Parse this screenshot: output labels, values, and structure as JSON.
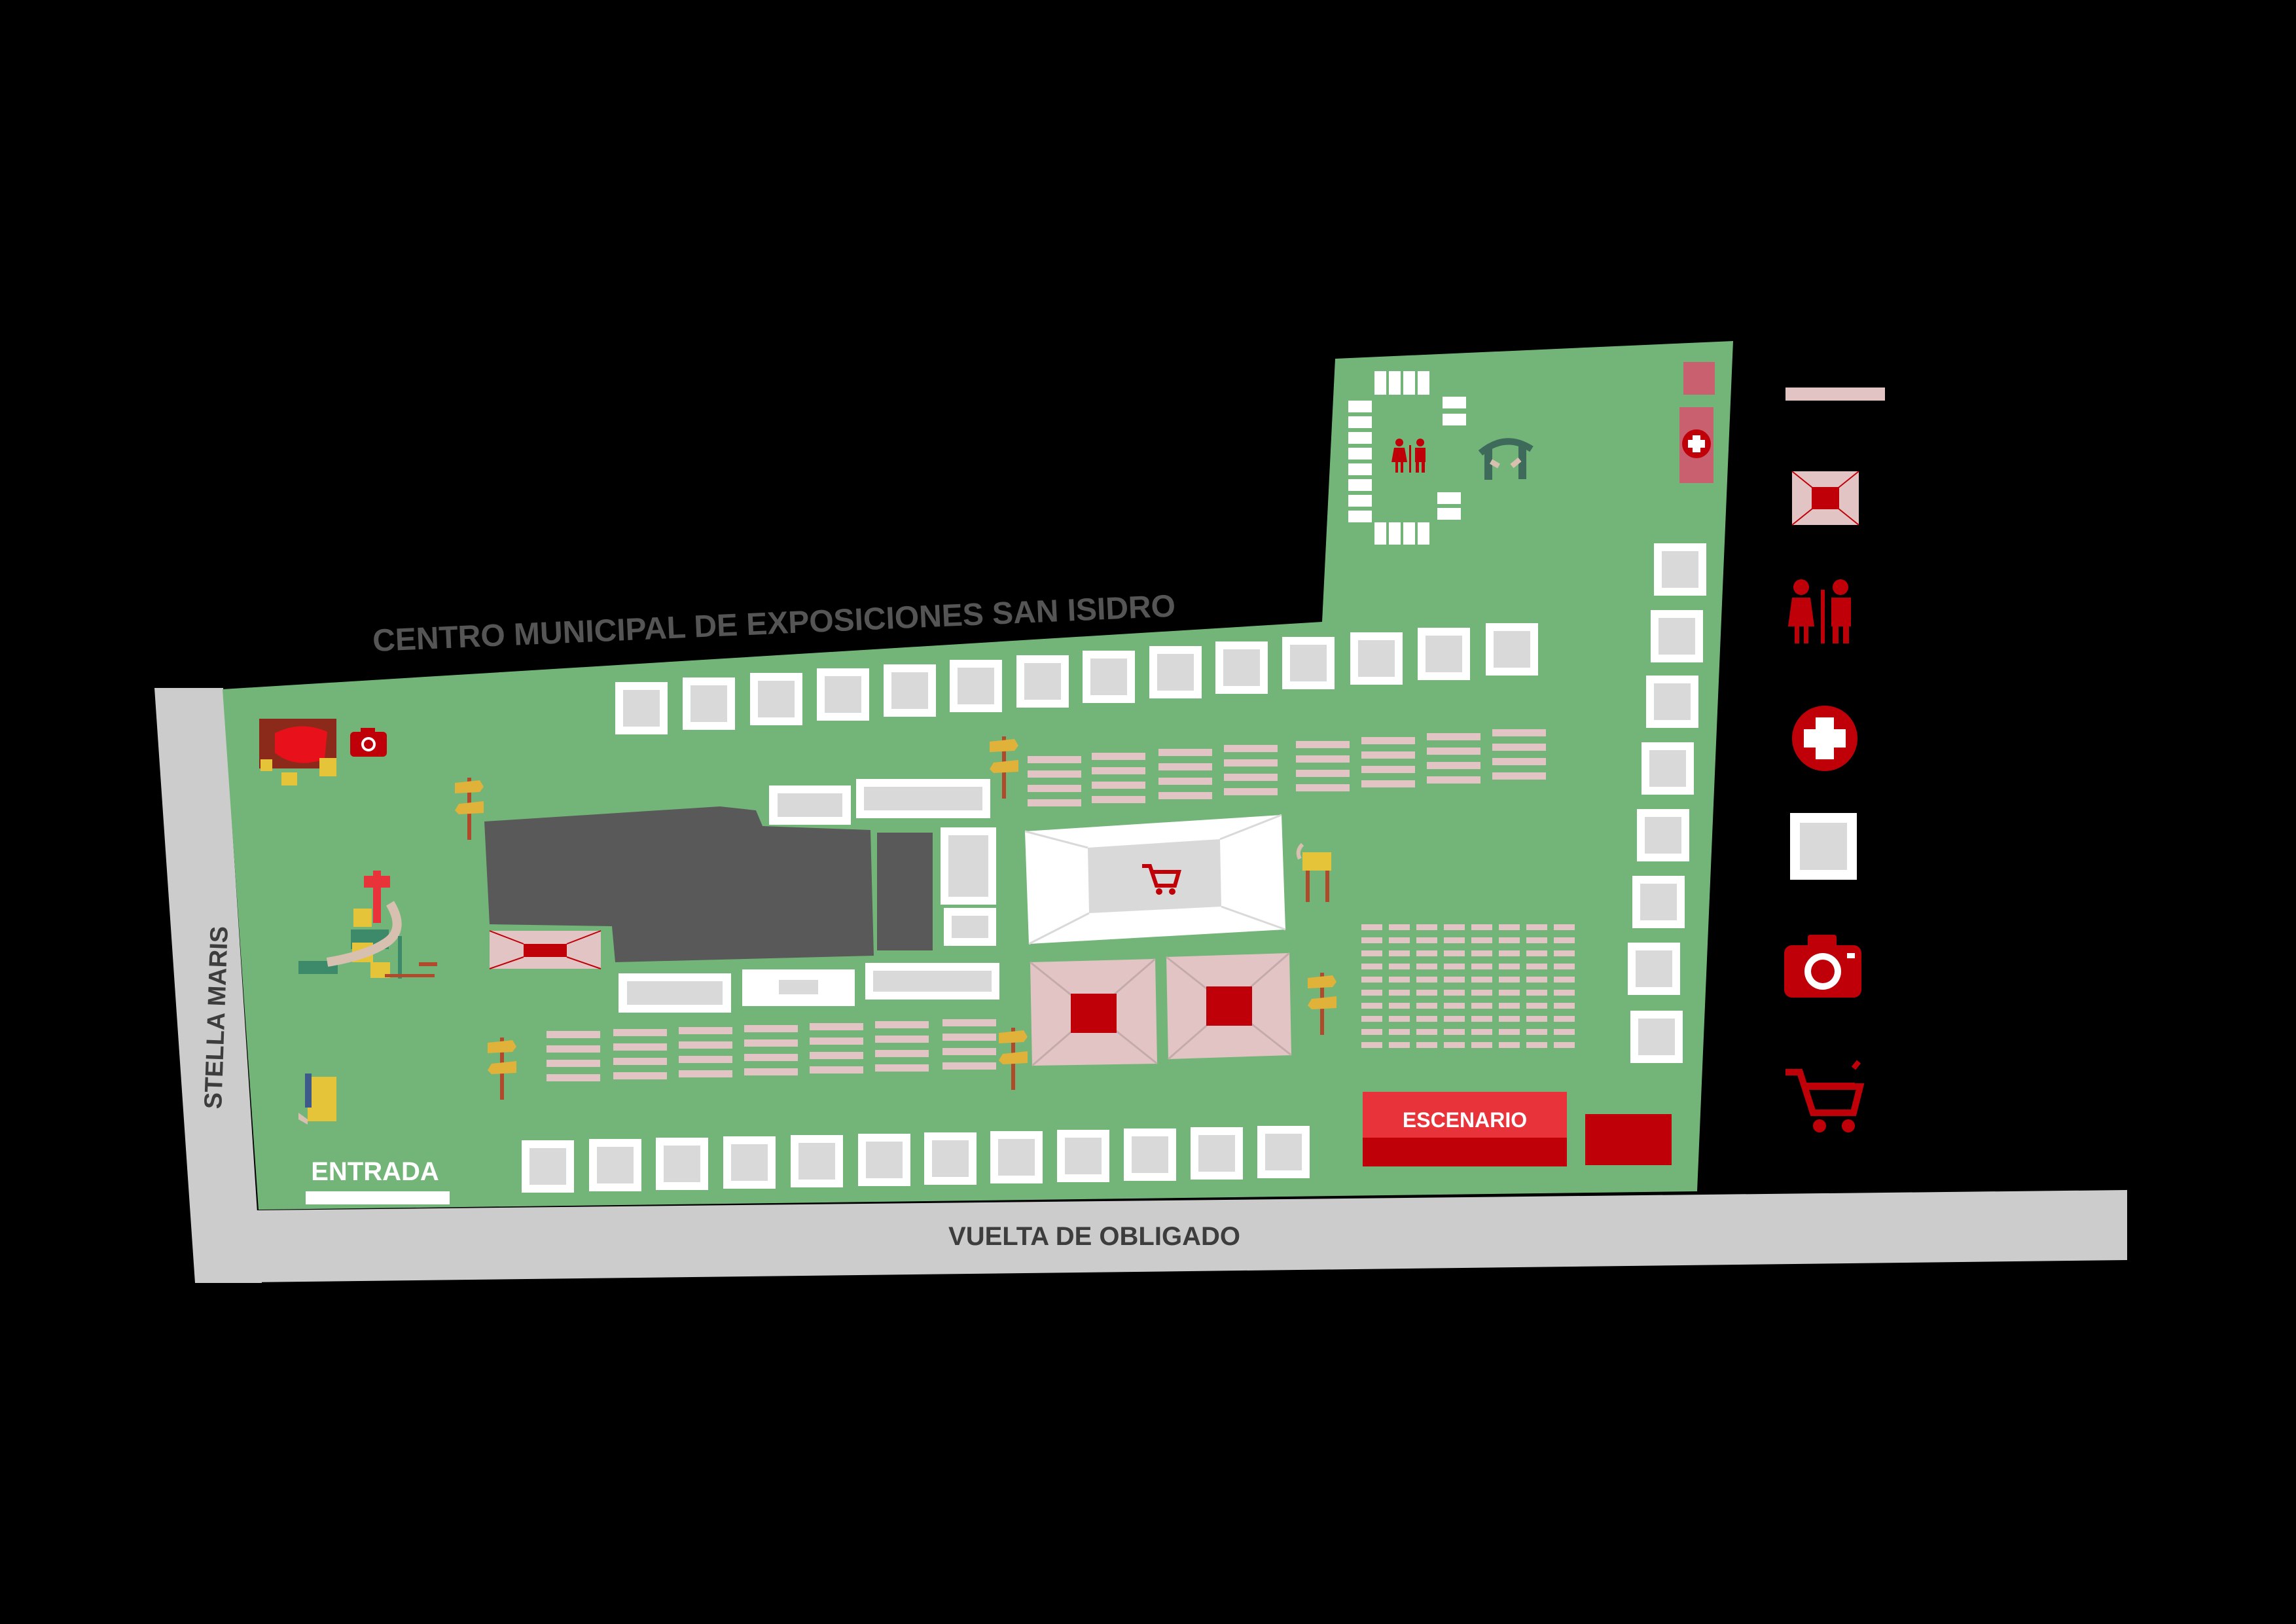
{
  "venue": {
    "title": "CENTRO MUNICIPAL DE EXPOSICIONES SAN ISIDRO"
  },
  "streets": {
    "left": "STELLA MARIS",
    "bottom": "VUELTA DE OBLIGADO"
  },
  "labels": {
    "entrance": "ENTRADA",
    "stage": "ESCENARIO"
  },
  "colors": {
    "background": "#000000",
    "lawn": "#73b578",
    "street": "#cccccc",
    "building": "#595959",
    "accent_red": "#c00008",
    "bright_red": "#e8333a",
    "pink": "#e3c4c4",
    "stall": "#ffffff",
    "stall_inner": "#d9d9d9"
  },
  "legend": {
    "items": [
      {
        "icon": "pink-bar-icon"
      },
      {
        "icon": "tent-icon"
      },
      {
        "icon": "restroom-icon"
      },
      {
        "icon": "first-aid-icon"
      },
      {
        "icon": "stall-icon"
      },
      {
        "icon": "camera-icon"
      },
      {
        "icon": "cart-icon"
      }
    ]
  }
}
